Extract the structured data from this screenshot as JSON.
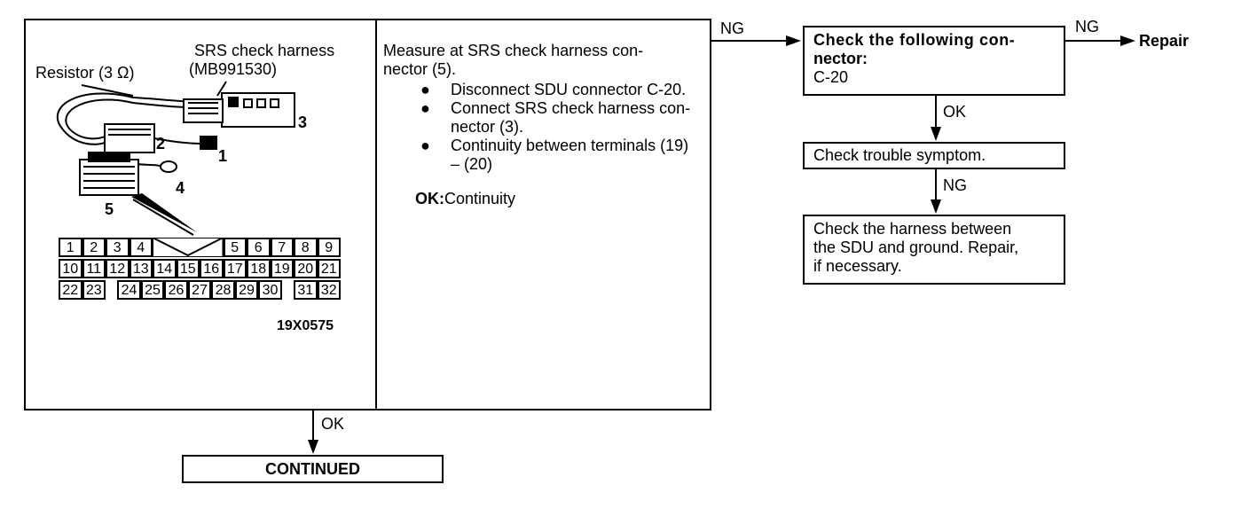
{
  "diagram": {
    "left_panel": {
      "label_harness": "SRS check harness",
      "label_harness_part": "(MB991530)",
      "label_resistor": "Resistor (3 Ω)",
      "callouts": [
        "1",
        "2",
        "3",
        "4",
        "5"
      ],
      "figure_code": "19X0575",
      "connector_rows": [
        [
          "1",
          "2",
          "3",
          "4",
          "5",
          "6",
          "7",
          "8",
          "9"
        ],
        [
          "10",
          "11",
          "12",
          "13",
          "14",
          "15",
          "16",
          "17",
          "18",
          "19",
          "20",
          "21"
        ],
        [
          "22",
          "23",
          "24",
          "25",
          "26",
          "27",
          "28",
          "29",
          "30",
          "31",
          "32"
        ]
      ]
    },
    "procedure": {
      "intro": [
        "Measure at SRS check harness con-",
        "nector (5)."
      ],
      "steps": [
        {
          "bullet": "●",
          "lines": [
            "Disconnect SDU connector C-20."
          ]
        },
        {
          "bullet": "●",
          "lines": [
            "Connect SRS check harness con-",
            "nector (3)."
          ]
        },
        {
          "bullet": "●",
          "lines": [
            "Continuity between terminals (19)",
            "– (20)"
          ]
        }
      ],
      "ok_label": "OK:",
      "ok_value": "Continuity"
    },
    "flow": {
      "ng_to_check": "NG",
      "check_connector_lines": [
        "Check the following con-",
        "nector:"
      ],
      "check_connector_value": "C-20",
      "ng_to_repair": "NG",
      "repair": "Repair",
      "ok_to_symptom": "OK",
      "symptom": "Check trouble symptom.",
      "ng_to_harness": "NG",
      "harness_lines": [
        "Check the harness between",
        "the SDU and ground. Repair,",
        "if necessary."
      ],
      "ok_to_continued": "OK",
      "continued": "CONTINUED"
    }
  }
}
